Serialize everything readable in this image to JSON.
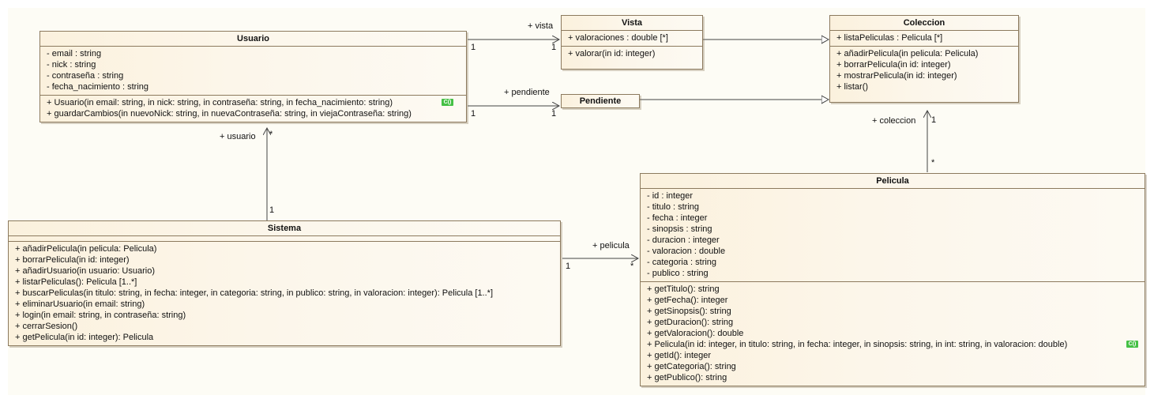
{
  "classes": {
    "usuario": {
      "name": "Usuario",
      "attributes": [
        "- email : string",
        "- nick : string",
        "- contraseña : string",
        "- fecha_nacimiento : string"
      ],
      "operations": [
        "+ Usuario(in email: string, in nick: string, in contraseña: string, in fecha_nacimiento: string)",
        "+ guardarCambios(in nuevoNick: string, in nuevaContraseña: string, in viejaContraseña: string)"
      ],
      "ctor_badge": "C()"
    },
    "vista": {
      "name": "Vista",
      "attributes": [
        "+ valoraciones : double [*]"
      ],
      "operations": [
        "+ valorar(in id: integer)"
      ]
    },
    "pendiente": {
      "name": "Pendiente"
    },
    "coleccion": {
      "name": "Coleccion",
      "attributes": [
        "+ listaPeliculas : Pelicula [*]"
      ],
      "operations": [
        "+ añadirPelicula(in pelicula: Pelicula)",
        "+ borrarPelicula(in id: integer)",
        "+ mostrarPelicula(in id: integer)",
        "+ listar()"
      ]
    },
    "sistema": {
      "name": "Sistema",
      "operations": [
        "+ añadirPelicula(in pelicula: Pelicula)",
        "+ borrarPelicula(in id: integer)",
        "+ añadirUsuario(in usuario: Usuario)",
        "+ listarPeliculas(): Pelicula [1..*]",
        "+ buscarPeliculas(in titulo: string, in fecha: integer, in categoria: string, in publico: string, in valoracion: integer): Pelicula [1..*]",
        "+ eliminarUsuario(in email: string)",
        "+ login(in email: string, in contraseña: string)",
        "+ cerrarSesion()",
        "+ getPelicula(in id: integer): Pelicula"
      ]
    },
    "pelicula": {
      "name": "Pelicula",
      "attributes": [
        "- id : integer",
        "- titulo : string",
        "- fecha : integer",
        "- sinopsis : string",
        "- duracion : integer",
        "- valoracion : double",
        "- categoria : string",
        "- publico : string"
      ],
      "operations": [
        "+ getTitulo(): string",
        "+ getFecha(): integer",
        "+ getSinopsis(): string",
        "+ getDuracion(): string",
        "+ getValoracion(): double",
        "+ Pelicula(in id: integer, in titulo: string, in fecha: integer, in sinopsis: string, in int: string, in valoracion: double)",
        "+ getId(): integer",
        "+ getCategoria(): string",
        "+ getPublico(): string"
      ],
      "ctor_badge": "C()"
    }
  },
  "associations": {
    "vista": {
      "role": "+ vista",
      "src_mult": "1",
      "dst_mult": "1"
    },
    "pendiente": {
      "role": "+ pendiente",
      "src_mult": "1",
      "dst_mult": "1"
    },
    "usuario": {
      "role": "+ usuario",
      "src_mult": "1",
      "dst_mult": "*"
    },
    "coleccion": {
      "role": "+ coleccion",
      "src_mult": "*",
      "dst_mult": "1"
    },
    "pelicula": {
      "role": "+ pelicula",
      "src_mult": "1",
      "dst_mult": "*"
    }
  },
  "colors": {
    "border": "#8c7a5e",
    "line": "#444444",
    "badge": "#45c045"
  }
}
